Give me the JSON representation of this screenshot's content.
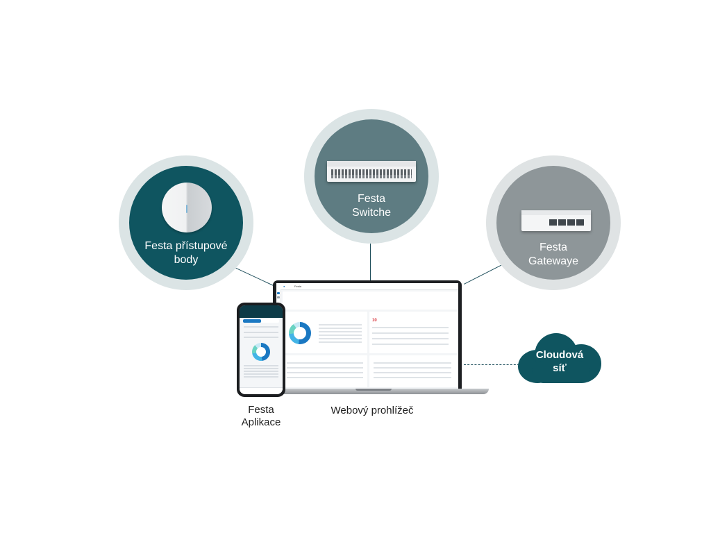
{
  "nodes": {
    "access_points": {
      "label": "Festa přístupové\nbody",
      "icon": "access-point-icon"
    },
    "switches": {
      "label": "Festa\nSwitche",
      "icon": "switch-icon"
    },
    "gateways": {
      "label": "Festa\nGatewaye",
      "icon": "gateway-icon"
    },
    "cloud": {
      "label": "Cloudová\nsíť",
      "icon": "cloud-icon"
    }
  },
  "captions": {
    "app": "Festa\nAplikace",
    "web": "Webový prohlížeč"
  },
  "laptop_ui": {
    "brand": "Festa",
    "big_stat": "10"
  },
  "colors": {
    "dark_teal": "#0f5560",
    "slate_teal": "#5e7c82",
    "grey": "#8e9699",
    "ring": "#dbe4e5",
    "connector": "#1f4f5c"
  }
}
